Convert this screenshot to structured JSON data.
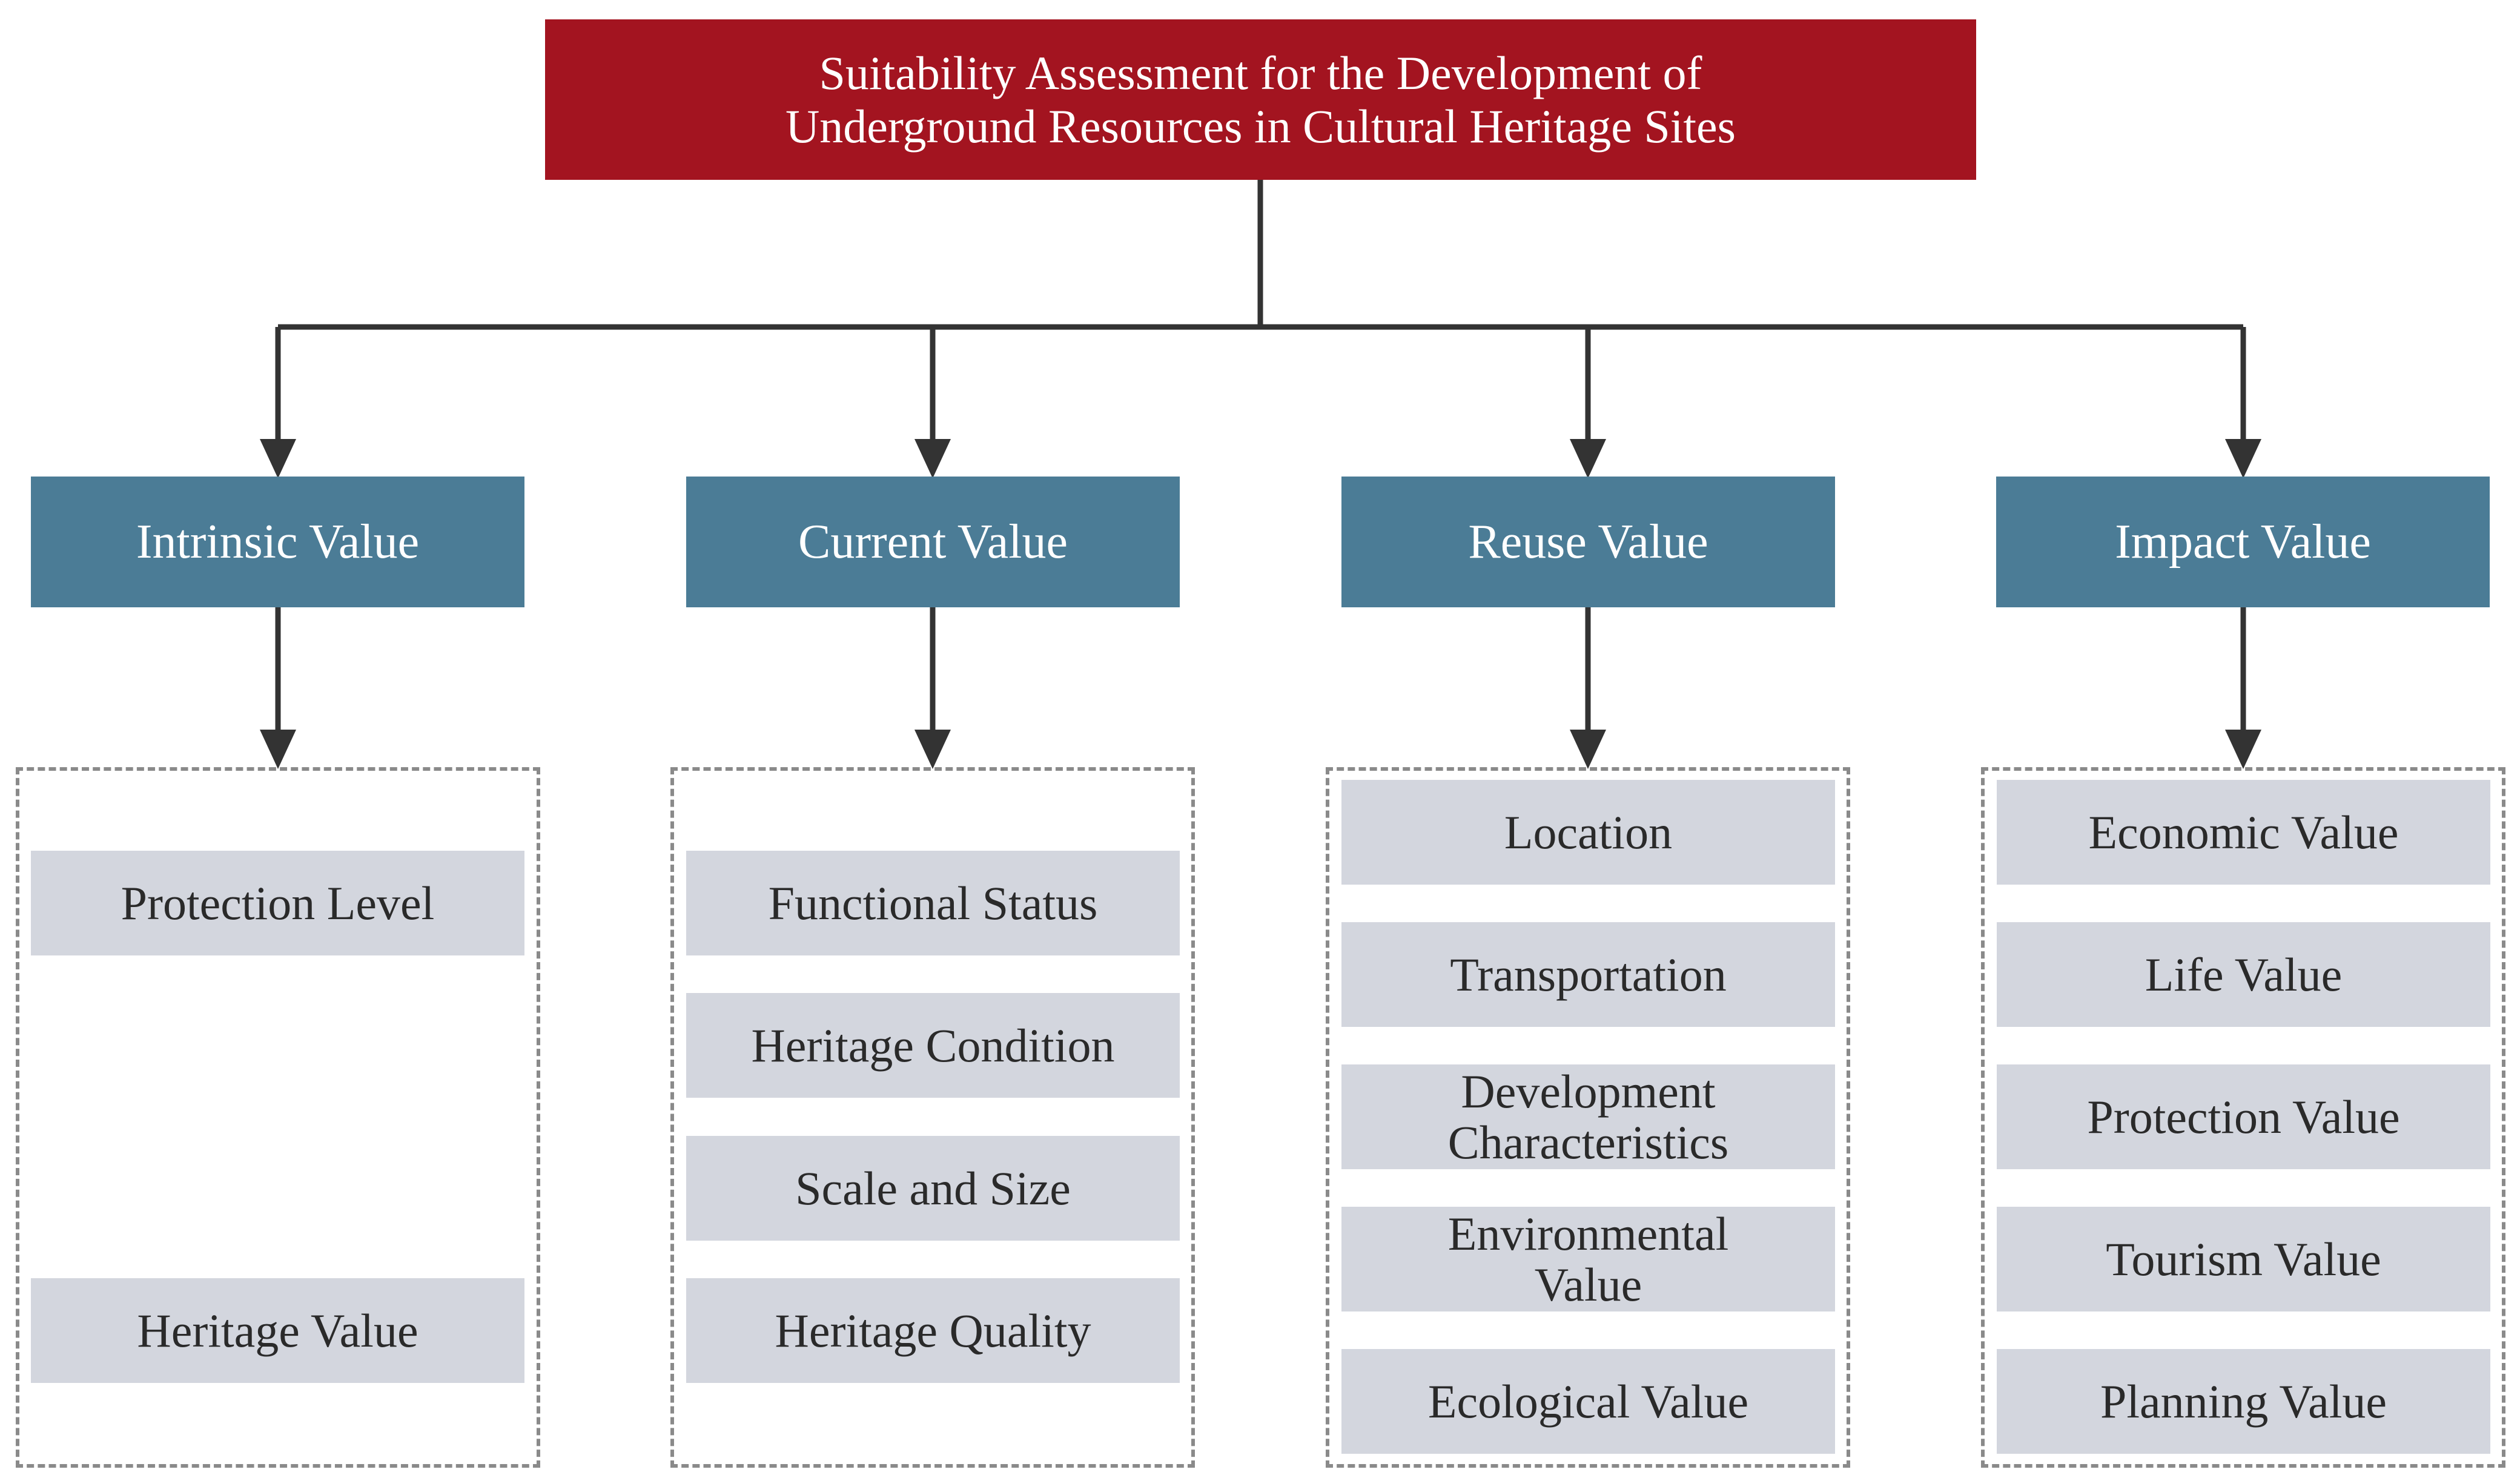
{
  "title": {
    "line1": "Suitability Assessment for the Development of",
    "line2": "Underground Resources in Cultural Heritage Sites"
  },
  "categories": [
    {
      "label": "Intrinsic Value",
      "items": [
        "Protection Level",
        "Heritage Value"
      ]
    },
    {
      "label": "Current Value",
      "items": [
        "Functional Status",
        "Heritage Condition",
        "Scale and Size",
        "Heritage Quality"
      ]
    },
    {
      "label": "Reuse Value",
      "items": [
        {
          "line1": "Location"
        },
        {
          "line1": "Transportation"
        },
        {
          "line1": "Development",
          "line2": "Characteristics"
        },
        {
          "line1": "Environmental",
          "line2": "Value"
        },
        {
          "line1": "Ecological Value"
        }
      ]
    },
    {
      "label": "Impact Value",
      "items": [
        "Economic Value",
        "Life Value",
        "Protection Value",
        "Tourism Value",
        "Planning Value"
      ]
    }
  ],
  "colors": {
    "root_fill": "#a31420",
    "category_fill": "#4b7c96",
    "item_fill": "#d3d6de",
    "connector": "#333333"
  }
}
